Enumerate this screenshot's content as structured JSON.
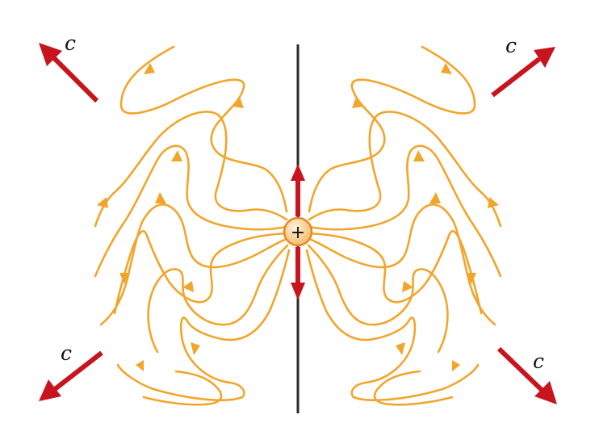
{
  "diagram": {
    "charge_symbol": "+",
    "speed_labels": [
      "c",
      "c",
      "c",
      "c"
    ],
    "colors": {
      "field_line": "#f2a52b",
      "velocity_arrow": "#c8141f",
      "rod": "#2a2a2a",
      "charge_fill": "#fbd29a",
      "charge_stroke": "#e48a22"
    }
  }
}
